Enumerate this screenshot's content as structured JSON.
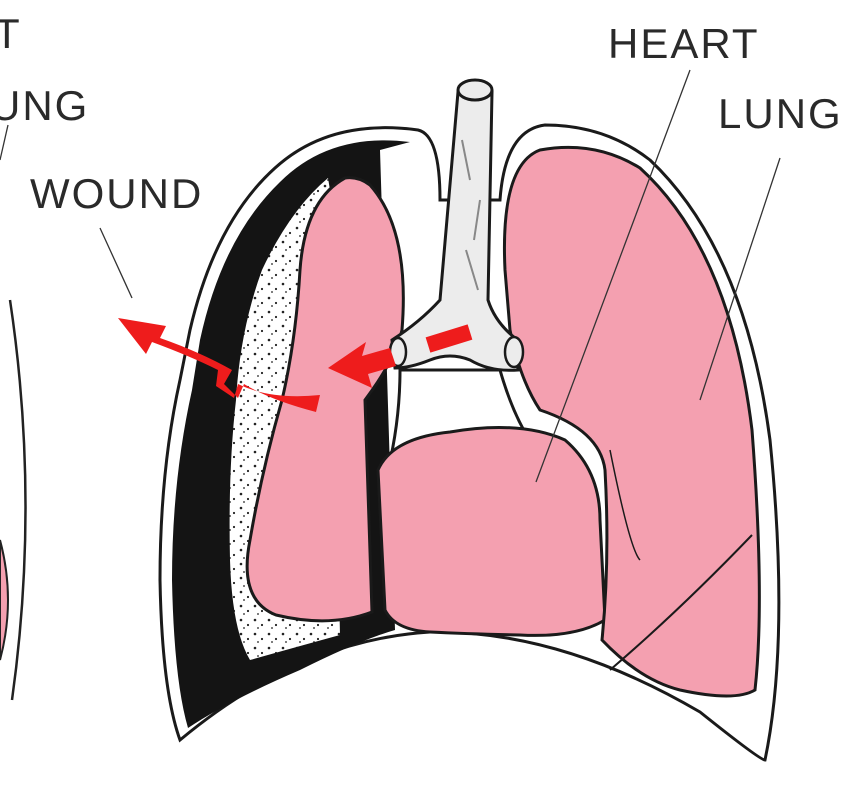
{
  "labels": {
    "left_fragment_top": "T",
    "left_fragment_lung": "UNG",
    "wound": "WOUND",
    "heart": "HEART",
    "lung": "LUNG"
  },
  "colors": {
    "lung_tissue": "#f4a0b0",
    "air_flow_arrow": "#ee1c1c",
    "pleural_space": "#141414",
    "trachea": "#ececec",
    "background": "#ffffff"
  }
}
